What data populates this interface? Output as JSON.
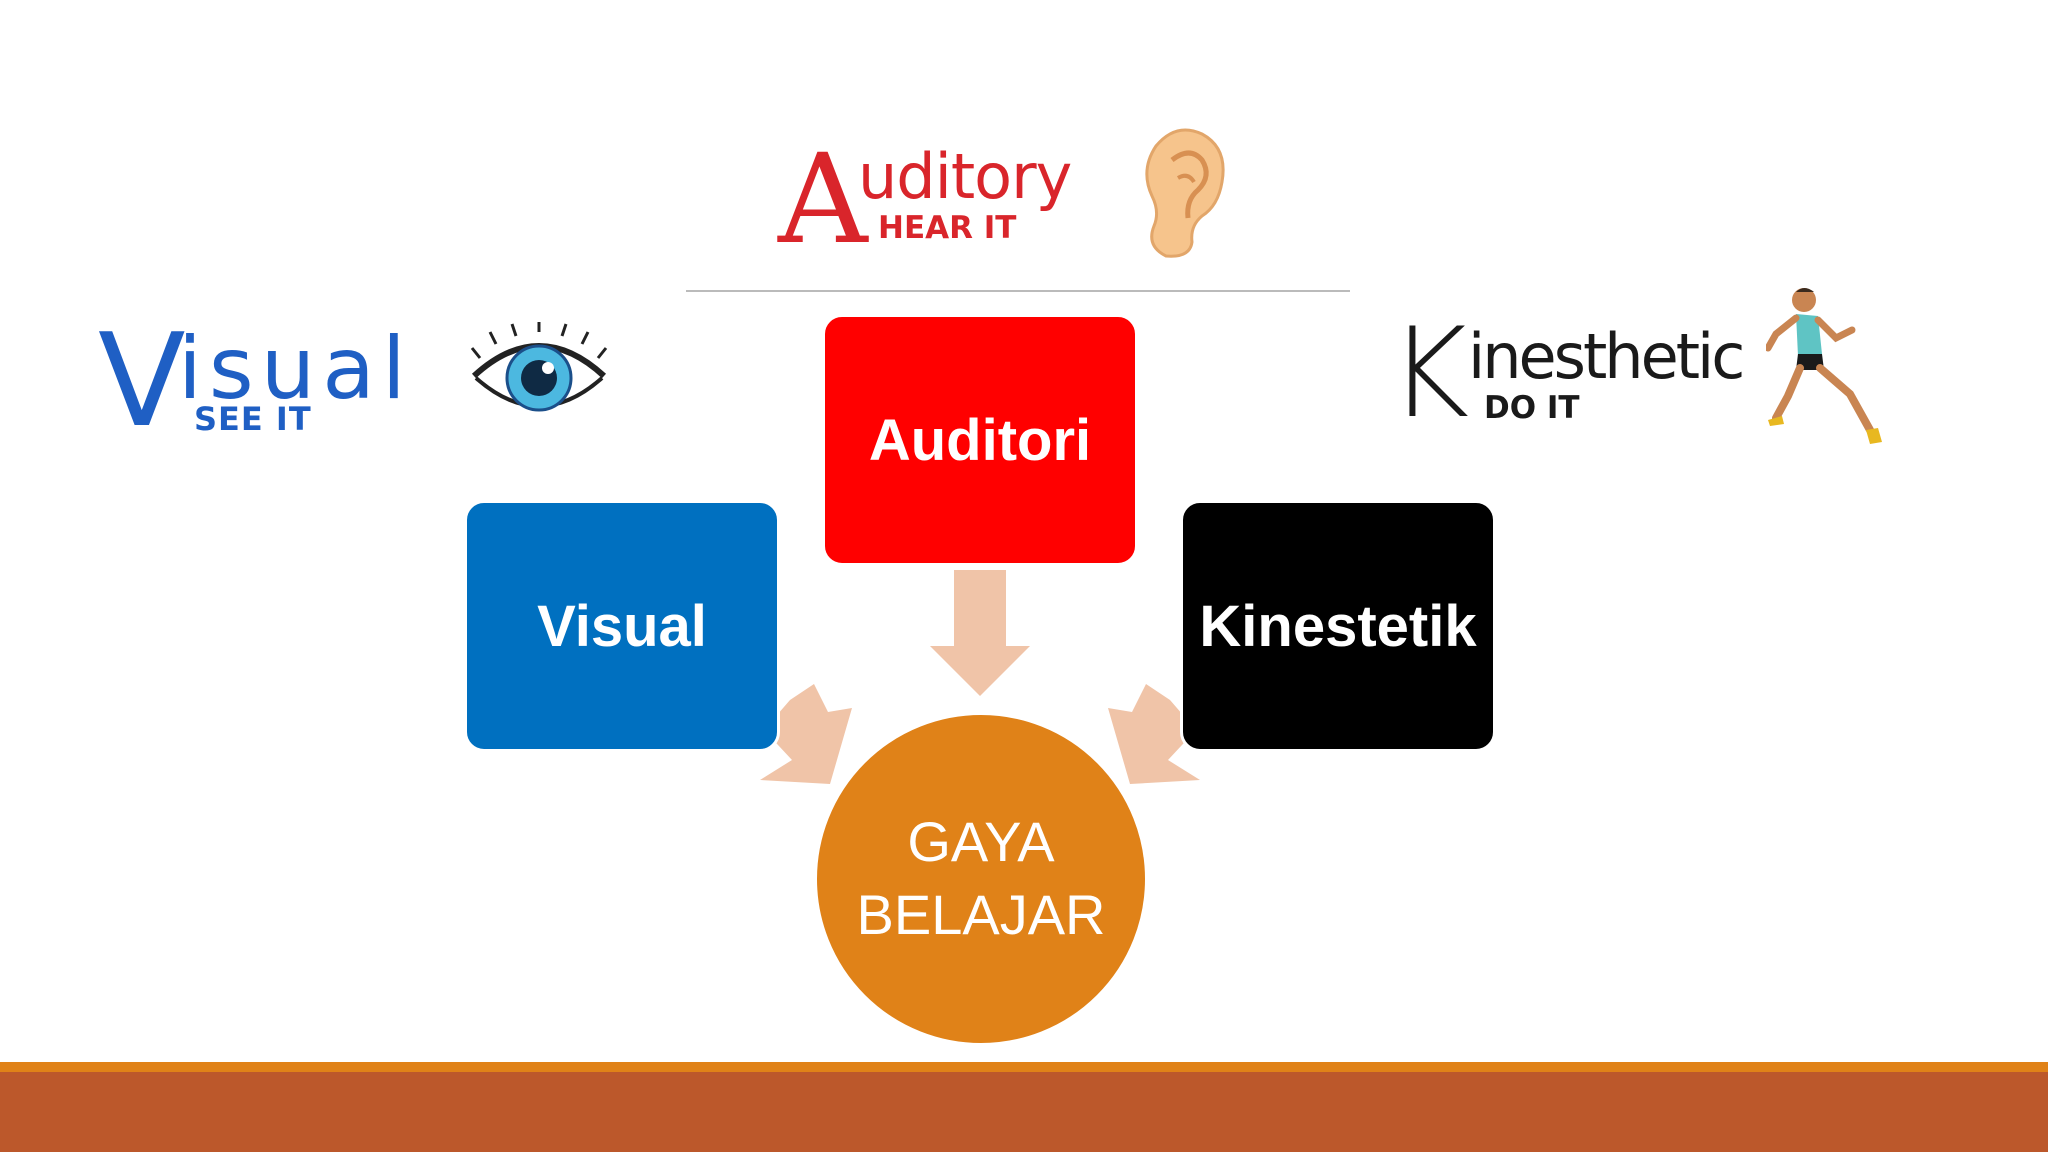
{
  "logos": {
    "visual": {
      "initial": "V",
      "word": "isual",
      "tagline": "SEE IT"
    },
    "auditory": {
      "initial": "A",
      "word": "uditory",
      "tagline": "HEAR IT"
    },
    "kinesthetic": {
      "initial": "K",
      "word": "inesthetic",
      "tagline": "DO IT"
    }
  },
  "boxes": {
    "auditori": "Auditori",
    "visual": "Visual",
    "kinestetik": "Kinestetik"
  },
  "center": {
    "line1": "GAYA",
    "line2": "BELAJAR"
  },
  "colors": {
    "auditori": "#ff0000",
    "visual": "#0070c0",
    "kinestetik": "#000000",
    "center": "#e08218",
    "arrow": "#f0c4a8",
    "footer_bar": "#bc582b",
    "footer_stripe": "#e08218"
  },
  "icons": [
    "eye-icon",
    "ear-icon",
    "runner-icon"
  ]
}
